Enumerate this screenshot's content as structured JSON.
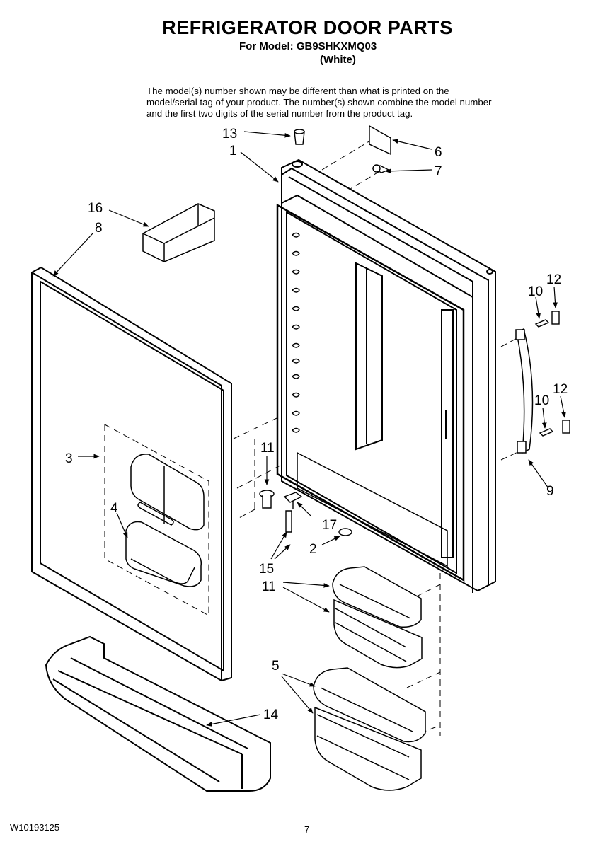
{
  "header": {
    "title": "REFRIGERATOR DOOR PARTS",
    "model_line": "For Model: GB9SHKXMQ03",
    "color_line": "(White)"
  },
  "note": "The model(s) number shown may be different than what is printed on the model/serial tag of your product. The number(s) shown combine the model number and the first two digits of the serial number from the product tag.",
  "callouts": {
    "c1": "1",
    "c2": "2",
    "c3": "3",
    "c4": "4",
    "c5": "5",
    "c6": "6",
    "c7": "7",
    "c8": "8",
    "c9": "9",
    "c10a": "10",
    "c10b": "10",
    "c11a": "11",
    "c11b": "11",
    "c12a": "12",
    "c12b": "12",
    "c13": "13",
    "c14": "14",
    "c15": "15",
    "c16": "16",
    "c17": "17"
  },
  "footer": {
    "doc_number": "W10193125",
    "page_number": "7"
  }
}
